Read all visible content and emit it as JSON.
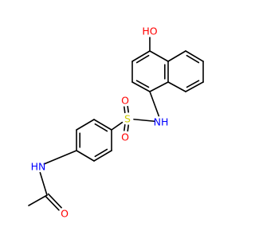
{
  "molecule": {
    "atoms": [
      {
        "id": "C1",
        "symbol": "C",
        "label": "",
        "color": "#000000"
      },
      {
        "id": "C2",
        "symbol": "C",
        "label": "",
        "color": "#000000"
      },
      {
        "id": "C3",
        "symbol": "C",
        "label": "",
        "color": "#000000"
      },
      {
        "id": "C4",
        "symbol": "C",
        "label": "",
        "color": "#000000"
      },
      {
        "id": "C4a",
        "symbol": "C",
        "label": "",
        "color": "#000000"
      },
      {
        "id": "C5",
        "symbol": "C",
        "label": "",
        "color": "#000000"
      },
      {
        "id": "C6",
        "symbol": "C",
        "label": "",
        "color": "#000000"
      },
      {
        "id": "C7",
        "symbol": "C",
        "label": "",
        "color": "#000000"
      },
      {
        "id": "C8",
        "symbol": "C",
        "label": "",
        "color": "#000000"
      },
      {
        "id": "C8a",
        "symbol": "C",
        "label": "",
        "color": "#000000"
      },
      {
        "id": "O1",
        "symbol": "O",
        "label": "HO",
        "color": "#ff0000"
      },
      {
        "id": "N1",
        "symbol": "N",
        "label": "NH",
        "color": "#0000ff"
      },
      {
        "id": "S1",
        "symbol": "S",
        "label": "S",
        "color": "#cccc00"
      },
      {
        "id": "O2",
        "symbol": "O",
        "label": "O",
        "color": "#ff0000"
      },
      {
        "id": "O3",
        "symbol": "O",
        "label": "O",
        "color": "#ff0000"
      },
      {
        "id": "P1",
        "symbol": "C",
        "label": "",
        "color": "#000000"
      },
      {
        "id": "P2",
        "symbol": "C",
        "label": "",
        "color": "#000000"
      },
      {
        "id": "P3",
        "symbol": "C",
        "label": "",
        "color": "#000000"
      },
      {
        "id": "P4",
        "symbol": "C",
        "label": "",
        "color": "#000000"
      },
      {
        "id": "P5",
        "symbol": "C",
        "label": "",
        "color": "#000000"
      },
      {
        "id": "P6",
        "symbol": "C",
        "label": "",
        "color": "#000000"
      },
      {
        "id": "N2",
        "symbol": "N",
        "label": "HN",
        "color": "#0000ff"
      },
      {
        "id": "C9",
        "symbol": "C",
        "label": "",
        "color": "#000000"
      },
      {
        "id": "O4",
        "symbol": "O",
        "label": "O",
        "color": "#ff0000"
      },
      {
        "id": "C10",
        "symbol": "C",
        "label": "",
        "color": "#000000"
      }
    ],
    "bonds": [
      {
        "a": "C1",
        "b": "C2",
        "order": 2
      },
      {
        "a": "C2",
        "b": "C3",
        "order": 1
      },
      {
        "a": "C3",
        "b": "C4",
        "order": 2
      },
      {
        "a": "C4",
        "b": "C4a",
        "order": 1
      },
      {
        "a": "C4a",
        "b": "C8a",
        "order": 2
      },
      {
        "a": "C8a",
        "b": "C1",
        "order": 1
      },
      {
        "a": "C4a",
        "b": "C5",
        "order": 1
      },
      {
        "a": "C5",
        "b": "C6",
        "order": 2
      },
      {
        "a": "C6",
        "b": "C7",
        "order": 1
      },
      {
        "a": "C7",
        "b": "C8",
        "order": 2
      },
      {
        "a": "C8",
        "b": "C8a",
        "order": 1
      },
      {
        "a": "C4",
        "b": "O1",
        "order": 1
      },
      {
        "a": "C1",
        "b": "N1",
        "order": 1
      },
      {
        "a": "N1",
        "b": "S1",
        "order": 1
      },
      {
        "a": "S1",
        "b": "O2",
        "order": 2
      },
      {
        "a": "S1",
        "b": "O3",
        "order": 2
      },
      {
        "a": "S1",
        "b": "P1",
        "order": 1
      },
      {
        "a": "P1",
        "b": "P2",
        "order": 2
      },
      {
        "a": "P2",
        "b": "P3",
        "order": 1
      },
      {
        "a": "P3",
        "b": "P4",
        "order": 2
      },
      {
        "a": "P4",
        "b": "P5",
        "order": 1
      },
      {
        "a": "P5",
        "b": "P6",
        "order": 2
      },
      {
        "a": "P6",
        "b": "P1",
        "order": 1
      },
      {
        "a": "P4",
        "b": "N2",
        "order": 1
      },
      {
        "a": "N2",
        "b": "C9",
        "order": 1
      },
      {
        "a": "C9",
        "b": "O4",
        "order": 2
      },
      {
        "a": "C9",
        "b": "C10",
        "order": 1
      }
    ]
  }
}
